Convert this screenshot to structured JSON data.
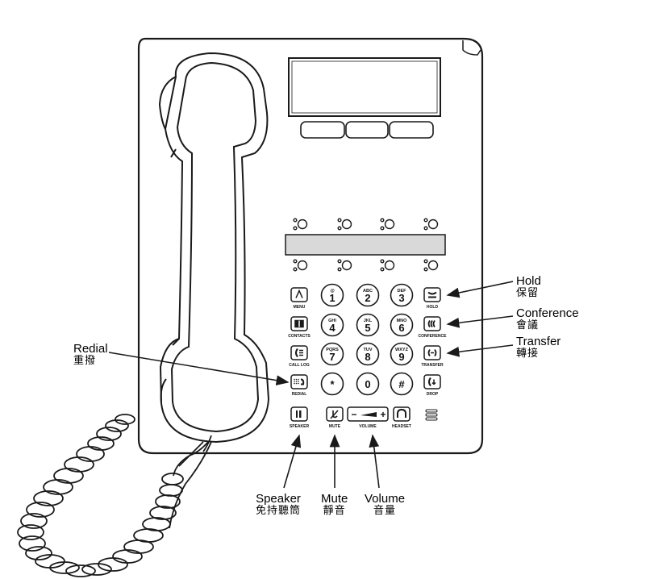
{
  "callouts": {
    "hold": {
      "en": "Hold",
      "zh": "保留"
    },
    "conference": {
      "en": "Conference",
      "zh": "會議"
    },
    "transfer": {
      "en": "Transfer",
      "zh": "轉接"
    },
    "redial": {
      "en": "Redial",
      "zh": "重撥"
    },
    "speaker": {
      "en": "Speaker",
      "zh": "免持聽筒"
    },
    "mute": {
      "en": "Mute",
      "zh": "靜音"
    },
    "volume": {
      "en": "Volume",
      "zh": "音量"
    }
  },
  "left_buttons": [
    {
      "label": "MENU",
      "icon": "menu-icon"
    },
    {
      "label": "CONTACTS",
      "icon": "contacts-icon"
    },
    {
      "label": "CALL LOG",
      "icon": "call-log-icon"
    },
    {
      "label": "REDIAL",
      "icon": "redial-icon"
    }
  ],
  "right_buttons": [
    {
      "label": "HOLD",
      "icon": "hold-icon"
    },
    {
      "label": "CONFERENCE",
      "icon": "conference-icon"
    },
    {
      "label": "TRANSFER",
      "icon": "transfer-icon"
    },
    {
      "label": "DROP",
      "icon": "drop-icon"
    }
  ],
  "keypad": [
    {
      "digit": "1",
      "letters": "@"
    },
    {
      "digit": "2",
      "letters": "ABC"
    },
    {
      "digit": "3",
      "letters": "DEF"
    },
    {
      "digit": "4",
      "letters": "GHI"
    },
    {
      "digit": "5",
      "letters": "JKL"
    },
    {
      "digit": "6",
      "letters": "MNO"
    },
    {
      "digit": "7",
      "letters": "PQRS"
    },
    {
      "digit": "8",
      "letters": "TUV"
    },
    {
      "digit": "9",
      "letters": "WXYZ"
    },
    {
      "digit": "*",
      "letters": ""
    },
    {
      "digit": "0",
      "letters": ""
    },
    {
      "digit": "#",
      "letters": ""
    }
  ],
  "bottom_row": {
    "speaker_label": "SPEAKER",
    "mute_label": "MUTE",
    "volume_label": "VOLUME",
    "volume_minus": "−",
    "volume_plus": "+",
    "headset_label": "HEADSET"
  },
  "colors": {
    "line": "#1a1a1a",
    "screen_fill": "#d9d9d9",
    "background": "#ffffff"
  }
}
